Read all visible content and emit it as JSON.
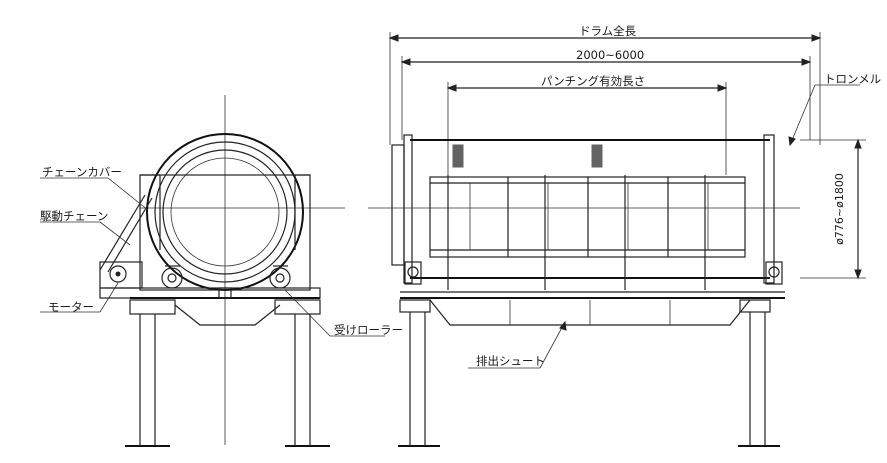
{
  "labels": {
    "chain_cover": "チェーンカバー",
    "drive_chain": "駆動チェーン",
    "motor": "モーター",
    "support_roller": "受けローラー",
    "drum_total_length": "ドラム全長",
    "length_range": "2000~6000",
    "punching_effective_length": "パンチング有効長さ",
    "trommel": "トロンメル",
    "discharge_chute": "排出シュート",
    "diameter_range": "ø776~ø1800"
  }
}
